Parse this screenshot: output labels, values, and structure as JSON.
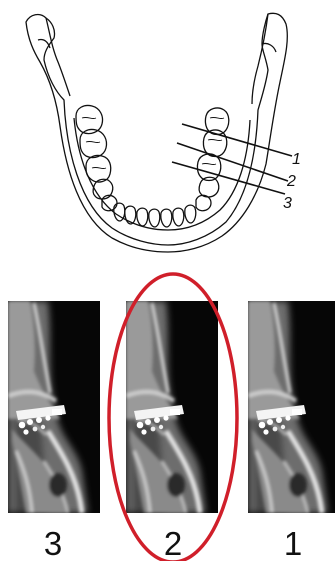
{
  "diagram": {
    "cut_labels": [
      "1",
      "2",
      "3"
    ]
  },
  "panels": [
    {
      "label": "3"
    },
    {
      "label": "2",
      "highlighted": true
    },
    {
      "label": "1"
    }
  ],
  "colors": {
    "highlight": "#d01f2a",
    "ink": "#111111",
    "xray_dark": "#050505",
    "xray_bone": "#bdbdbd",
    "implant": "#f4f4f4"
  }
}
